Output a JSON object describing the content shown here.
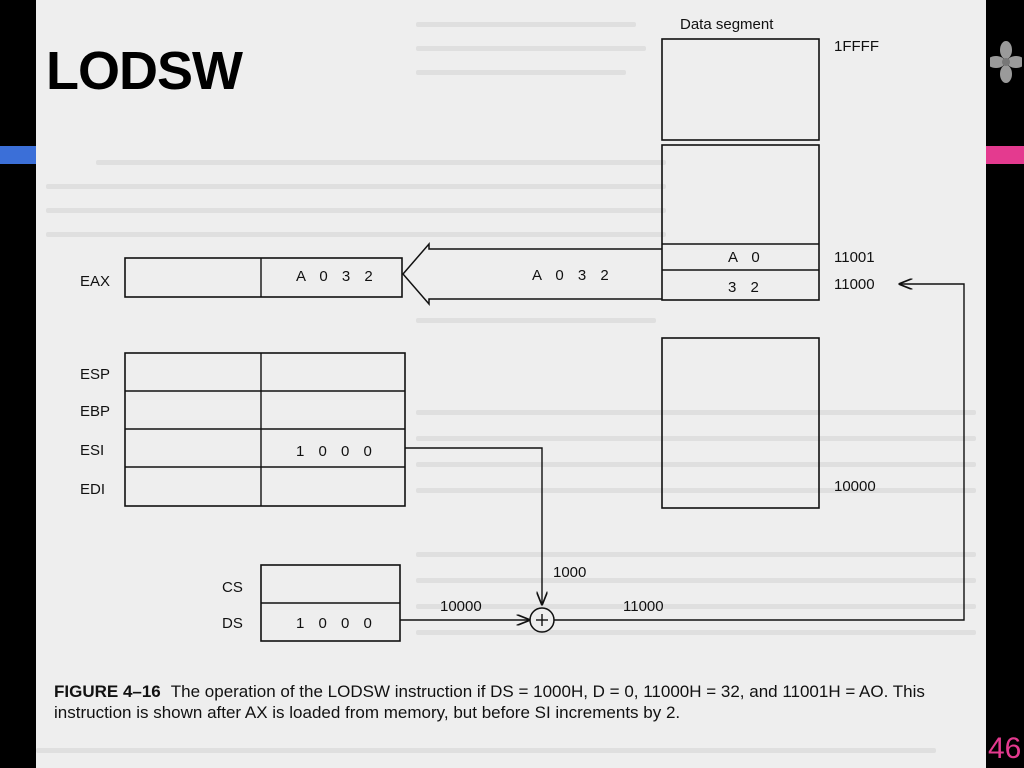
{
  "slide": {
    "title": "LODSW",
    "page_number": "46"
  },
  "colors": {
    "accent_blue": "#3b6fd8",
    "accent_pink": "#e43a8f",
    "scan_background": "#eeeeee"
  },
  "memory": {
    "label": "Data segment",
    "top_address": "1FFFF",
    "addr_11001": "11001",
    "addr_11000": "11000",
    "addr_10000": "10000",
    "cell_11001": "A 0",
    "cell_11000": "3 2"
  },
  "transfer_value": "A 0 3 2",
  "registers": {
    "eax": {
      "name": "EAX",
      "value": "A 0 3 2"
    },
    "esp": {
      "name": "ESP",
      "value": ""
    },
    "ebp": {
      "name": "EBP",
      "value": ""
    },
    "esi": {
      "name": "ESI",
      "value": "1 0 0 0"
    },
    "edi": {
      "name": "EDI",
      "value": ""
    },
    "cs": {
      "name": "CS",
      "value": ""
    },
    "ds": {
      "name": "DS",
      "value": "1 0 0 0"
    }
  },
  "adder": {
    "offset_in": "1000",
    "segment_in": "10000",
    "sum_out": "11000"
  },
  "caption": {
    "label": "FIGURE 4–16",
    "text": "The operation of the LODSW instruction if DS = 1000H, D = 0, 11000H = 32, and 11001H = AO. This instruction is shown after AX is loaded from memory, but before SI increments by 2."
  },
  "icons": {
    "flower": "flower-icon"
  }
}
